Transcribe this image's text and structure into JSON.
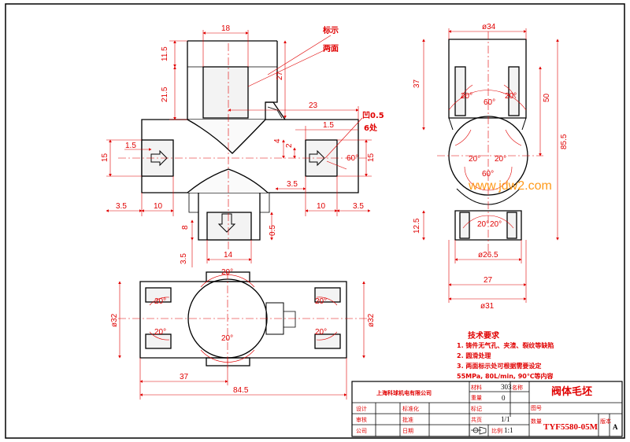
{
  "drawing": {
    "labels": {
      "mark": "标示",
      "two_faces": "两面",
      "emboss": "凹0.5",
      "places": "6处"
    },
    "front_view_dims": {
      "top_w": "18",
      "d115": "11.5",
      "d215": "21.5",
      "d27": "27",
      "d23": "23",
      "d15_right": "1.5",
      "d4": "4",
      "d2": "2",
      "d15_left_small": "1.5",
      "d15_left": "15",
      "d15_right_h": "15",
      "a60": "60°",
      "d35_a": "3.5",
      "d35_b": "3.5",
      "d10_a": "10",
      "d10_b": "10",
      "d35_c": "3.5",
      "d8": "8",
      "d05": "0.5",
      "d35_d": "3.5",
      "d14": "14"
    },
    "side_view_dims": {
      "d34": "ø34",
      "d37": "37",
      "a20_1": "20°",
      "a20_2": "20°",
      "a60_1": "60°",
      "d50": "50",
      "d855": "85.5",
      "a20_3": "20°",
      "a20_4": "20°",
      "a60_2": "60°",
      "a20_5": "20°",
      "a20_6": "20°",
      "d125": "12.5",
      "d265": "ø26.5",
      "d27": "27",
      "d31": "ø31"
    },
    "top_view_dims": {
      "a20_top": "20°",
      "a20_l1": "20°",
      "a20_r1": "20°",
      "a20_l2": "20°",
      "a20_r2": "20°",
      "a20_bottom": "20°",
      "d32_left": "ø32",
      "d32_right": "ø32",
      "d37": "37",
      "d845": "84.5"
    }
  },
  "watermark": "www.jdw2.com",
  "tech_requirements": {
    "title": "技术要求",
    "items": [
      "1. 铸件无气孔、夹渣、裂纹等缺陷",
      "2. 圆滑处理",
      "3. 两面标示处可根据需要设定",
      "55MPa, 80L/min, 90℃等内容"
    ]
  },
  "title_block": {
    "company": "上海科球机电有限公司",
    "material_label": "材料",
    "material_value": "303",
    "name_label": "名称",
    "name_value": "阀体毛坯",
    "weight_label": "重量",
    "weight_value": "0",
    "label_r1": "标记",
    "label_r2": "数量",
    "drawing_no_label": "图号",
    "design_label": "设计",
    "standard_label": "标准化",
    "review_label": "审核",
    "approve_label": "批准",
    "sheet_label": "共页",
    "sheet_value": "1/1",
    "drawing_no_value": "TYF5580-05M",
    "version_label": "版本",
    "version_value": "A",
    "company_label": "公司",
    "date_label": "日期",
    "scale_label": "比例",
    "scale_value": "1:1",
    "proj_label": "投影"
  }
}
